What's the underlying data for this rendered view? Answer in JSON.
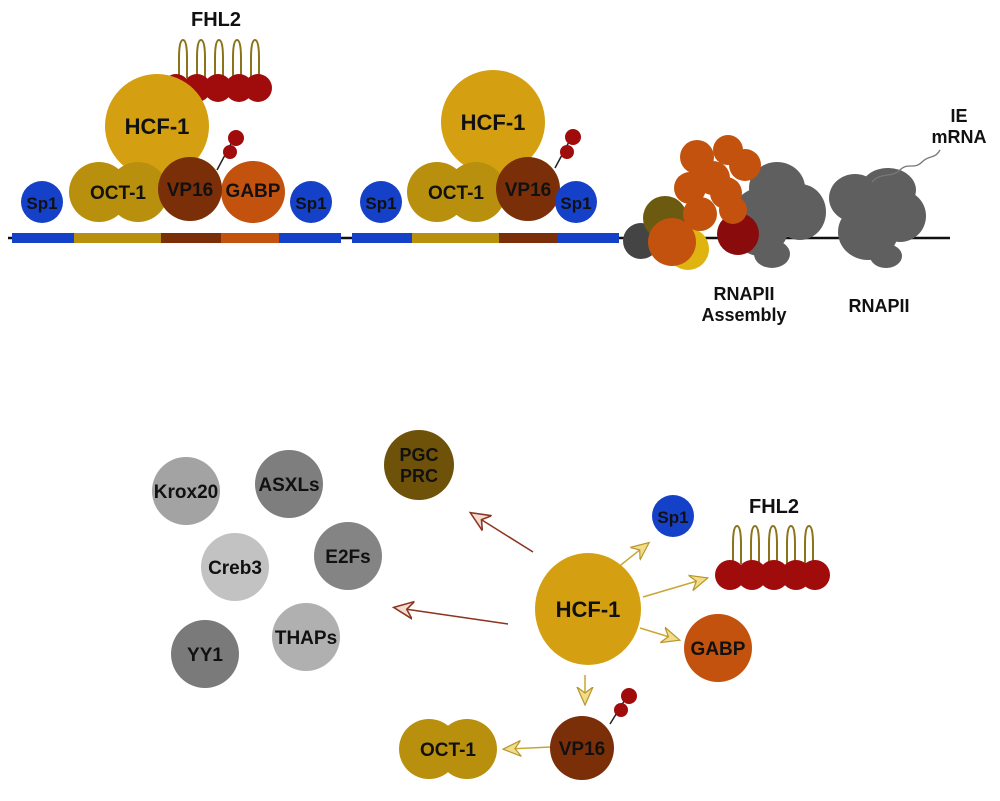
{
  "colors": {
    "hcf1": "#d4a012",
    "oct1": "#b8900e",
    "vp16": "#7a2f08",
    "gabp": "#c2520d",
    "sp1": "#1540c8",
    "fhl2_ball": "#a00c0c",
    "fhl2_stem": "#8a7318",
    "rnapii": "#5f5f5f",
    "pgc": "#6e520a",
    "arrow_gold": "#c9a634",
    "arrow_brown": "#8b3420",
    "dna": "#111111"
  },
  "top": {
    "complex1": {
      "fhl2": "FHL2",
      "hcf1": "HCF-1",
      "oct1": "OCT-1",
      "vp16": "VP16",
      "gabp": "GABP",
      "sp1_left": "Sp1",
      "sp1_right": "Sp1"
    },
    "complex2": {
      "hcf1": "HCF-1",
      "oct1": "OCT-1",
      "vp16": "VP16",
      "sp1_left": "Sp1",
      "sp1_right": "Sp1"
    },
    "ie_mrna_line1": "IE",
    "ie_mrna_line2": "mRNA",
    "assembly_line1": "RNAPII",
    "assembly_line2": "Assembly",
    "rnapii": "RNAPII"
  },
  "bottom": {
    "hcf1": "HCF-1",
    "pgc_line1": "PGC",
    "pgc_line2": "PRC",
    "sp1": "Sp1",
    "fhl2": "FHL2",
    "gabp": "GABP",
    "vp16": "VP16",
    "oct1": "OCT-1",
    "gray_partners": [
      {
        "label": "Krox20",
        "shade": "#a3a3a3"
      },
      {
        "label": "ASXLs",
        "shade": "#7e7e7e"
      },
      {
        "label": "Creb3",
        "shade": "#c2c2c2"
      },
      {
        "label": "E2Fs",
        "shade": "#848484"
      },
      {
        "label": "YY1",
        "shade": "#7a7a7a"
      },
      {
        "label": "THAPs",
        "shade": "#b0b0b0"
      }
    ]
  }
}
